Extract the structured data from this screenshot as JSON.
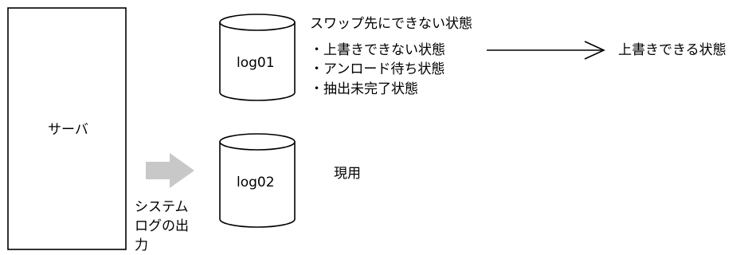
{
  "server": {
    "label": "サーバ"
  },
  "system_log_output": {
    "lines": [
      "システム",
      "ログの出",
      "力"
    ]
  },
  "log01": {
    "label": "log01",
    "state_title": "スワップ先にできない状態",
    "conditions": [
      "・上書きできない状態",
      "・アンロード待ち状態",
      "・抽出未完了状態"
    ],
    "transition_target": "上書きできる状態"
  },
  "log02": {
    "label": "log02",
    "state": "現用"
  },
  "colors": {
    "stroke": "#000000",
    "arrow_fill": "#c8c8c8",
    "background": "#ffffff"
  }
}
